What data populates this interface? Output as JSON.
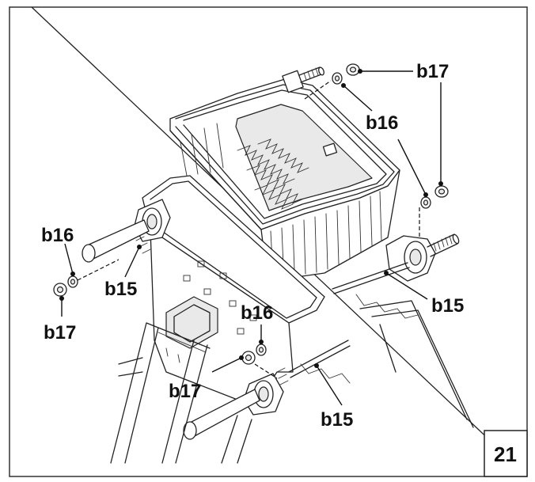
{
  "figure_number": "21",
  "callouts": {
    "b17_top": "b17",
    "b16_top": "b16",
    "b16_left": "b16",
    "b15_left": "b15",
    "b17_left": "b17",
    "b16_mid": "b16",
    "b15_right": "b15",
    "b17_bottom": "b17",
    "b15_bottom": "b15"
  }
}
